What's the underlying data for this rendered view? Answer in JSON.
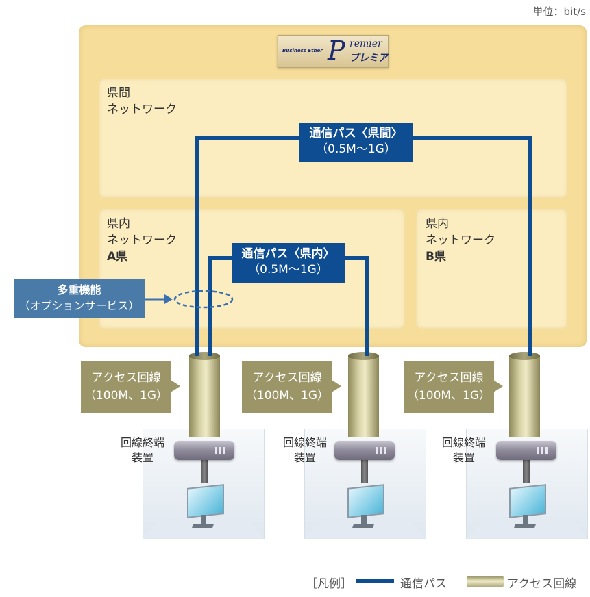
{
  "unit_label": "単位：bit/s",
  "logo": {
    "business_ether": "Business Ether",
    "p_letter": "P",
    "premier": "remier",
    "kana": "プレミア"
  },
  "networks": {
    "inter_prefecture": {
      "line1": "県間",
      "line2": "ネットワーク"
    },
    "intra_a": {
      "line1": "県内",
      "line2": "ネットワーク",
      "line3": "A県"
    },
    "intra_b": {
      "line1": "県内",
      "line2": "ネットワーク",
      "line3": "B県"
    }
  },
  "paths": {
    "inter": {
      "title": "通信パス〈県間〉",
      "range": "（0.5M〜1G）"
    },
    "intra": {
      "title": "通信パス〈県内〉",
      "range": "（0.5M〜1G）"
    }
  },
  "multiplex": {
    "title": "多重機能",
    "sub": "（オプションサービス）"
  },
  "access_lines": [
    {
      "title": "アクセス回線",
      "speed": "（100M、1G）"
    },
    {
      "title": "アクセス回線",
      "speed": "（100M、1G）"
    },
    {
      "title": "アクセス回線",
      "speed": "（100M、1G）"
    }
  ],
  "terminals": [
    {
      "line1": "回線終端",
      "line2": "装置"
    },
    {
      "line1": "回線終端",
      "line2": "装置"
    },
    {
      "line1": "回線終端",
      "line2": "装置"
    }
  ],
  "legend": {
    "bracket": "［凡例］",
    "path_label": "通信パス",
    "access_label": "アクセス回線"
  },
  "colors": {
    "path_blue": "#0e4d91",
    "access_olive": "#9b9568",
    "network_bg": "#f6dd9a",
    "multiplex_blue": "#4a7aa8"
  }
}
